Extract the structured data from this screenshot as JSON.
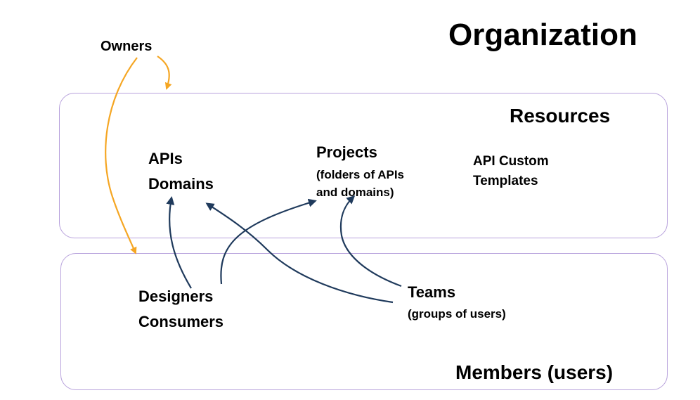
{
  "diagram": {
    "title": "Organization",
    "owners_label": "Owners",
    "resources": {
      "title": "Resources",
      "apis": "APIs",
      "domains": "Domains",
      "projects_title": "Projects",
      "projects_sub_line1": "(folders of APIs",
      "projects_sub_line2": "and domains)",
      "templates_line1": "API Custom",
      "templates_line2": "Templates"
    },
    "members": {
      "title": "Members (users)",
      "designers": "Designers",
      "consumers": "Consumers",
      "teams_title": "Teams",
      "teams_sub": "(groups of users)"
    },
    "colors": {
      "box_border": "#b8a2dc",
      "owner_arrow": "#f5a623",
      "member_arrow": "#1f3a5c"
    }
  }
}
